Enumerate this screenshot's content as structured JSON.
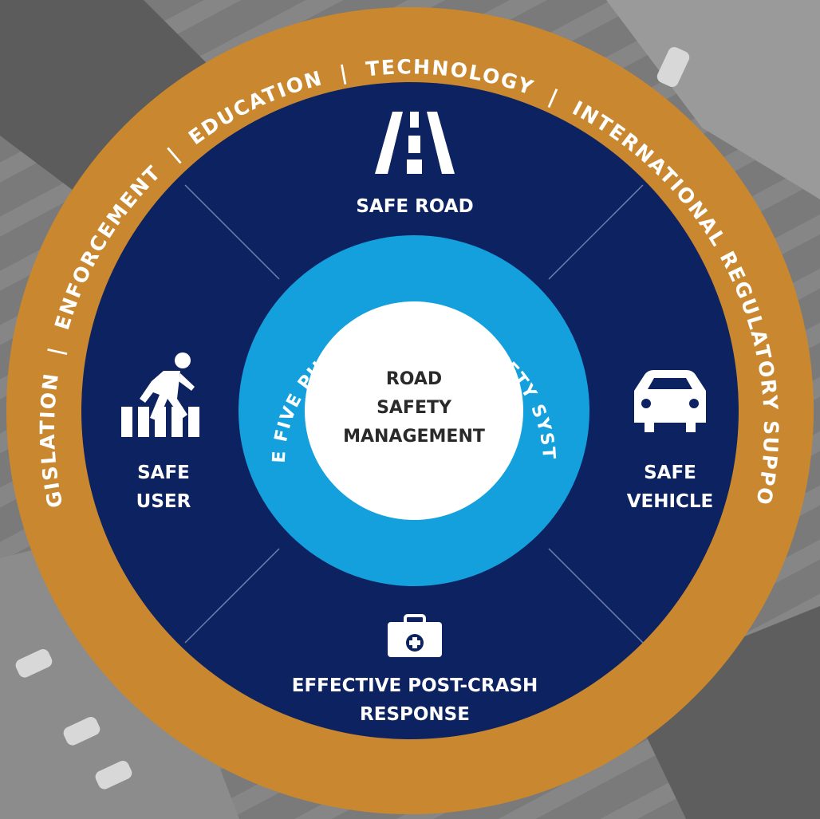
{
  "colors": {
    "outer_ring": "#c9882f",
    "navy": "#0d2260",
    "inner_ring": "#13a0dc",
    "center": "#ffffff",
    "white_text": "#ffffff",
    "dark_text": "#2a2a2a"
  },
  "outer_ring_text": "LEGISLATION  |  ENFORCEMENT  |  EDUCATION  |  TECHNOLOGY  |  INTERNATIONAL REGULATORY SUPPORT",
  "inner_ring_text": "THE FIVE PILLARS OF THE SAFETY SYSTEM",
  "center": {
    "line1": "ROAD",
    "line2": "SAFETY",
    "line3": "MANAGEMENT"
  },
  "pillars": {
    "road": {
      "label": "SAFE ROAD",
      "icon": "road-icon"
    },
    "user": {
      "line1": "SAFE",
      "line2": "USER",
      "icon": "pedestrian-crossing-icon"
    },
    "vehicle": {
      "line1": "SAFE",
      "line2": "VEHICLE",
      "icon": "car-icon"
    },
    "response": {
      "line1": "EFFECTIVE POST-CRASH",
      "line2": "RESPONSE",
      "icon": "first-aid-kit-icon"
    }
  }
}
